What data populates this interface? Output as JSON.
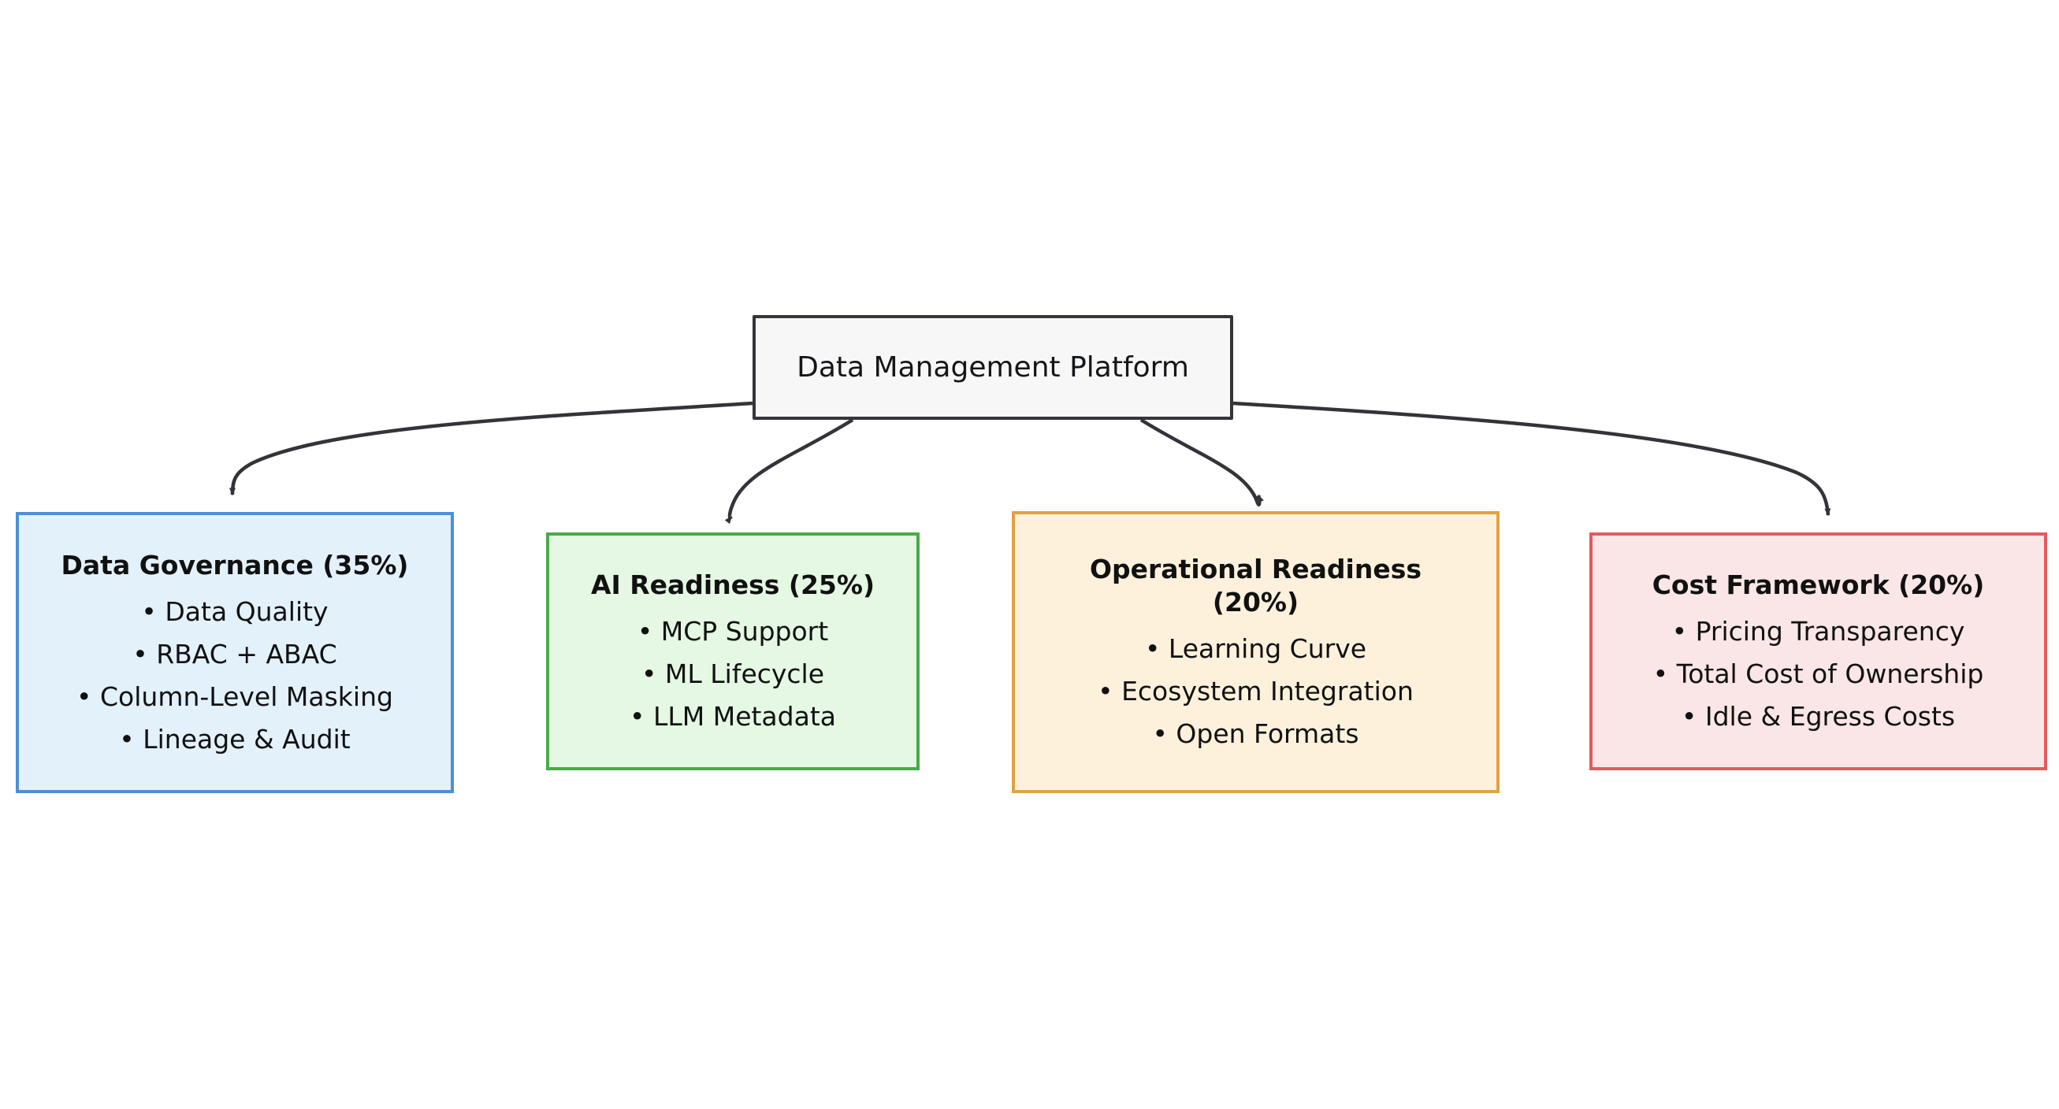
{
  "diagram": {
    "type": "flowchart",
    "orientation": "top-down",
    "root": {
      "id": "root",
      "label": "Data Management Platform",
      "fill": "#f7f7f7",
      "stroke": "#34353a"
    },
    "children": [
      {
        "id": "governance",
        "title": "Data Governance (35%)",
        "weight": "35%",
        "fill": "#e3f1fb",
        "stroke": "#4a90d9",
        "items": [
          "Data Quality",
          "RBAC + ABAC",
          "Column-Level Masking",
          "Lineage & Audit"
        ]
      },
      {
        "id": "ai",
        "title": "AI Readiness (25%)",
        "weight": "25%",
        "fill": "#e4f8e4",
        "stroke": "#4aa94a",
        "items": [
          "MCP Support",
          "ML Lifecycle",
          "LLM Metadata"
        ]
      },
      {
        "id": "operational",
        "title": "Operational Readiness\n(20%)",
        "weight": "20%",
        "fill": "#fdf1dc",
        "stroke": "#dfa343",
        "items": [
          "Learning Curve",
          "Ecosystem Integration",
          "Open Formats"
        ]
      },
      {
        "id": "cost",
        "title": "Cost Framework (20%)",
        "weight": "20%",
        "fill": "#fae6e6",
        "stroke": "#e05c60",
        "items": [
          "Pricing Transparency",
          "Total Cost of Ownership",
          "Idle & Egress Costs"
        ]
      }
    ],
    "edges": [
      {
        "id": "edge-root-governance",
        "from": "root",
        "to": "governance",
        "style": "curved-arrow"
      },
      {
        "id": "edge-root-ai",
        "from": "root",
        "to": "ai",
        "style": "curved-arrow"
      },
      {
        "id": "edge-root-operational",
        "from": "root",
        "to": "operational",
        "style": "curved-arrow"
      },
      {
        "id": "edge-root-cost",
        "from": "root",
        "to": "cost",
        "style": "curved-arrow"
      }
    ],
    "bullet_glyph": "•",
    "edge_color": "#33333a",
    "background": "#ffffff"
  }
}
